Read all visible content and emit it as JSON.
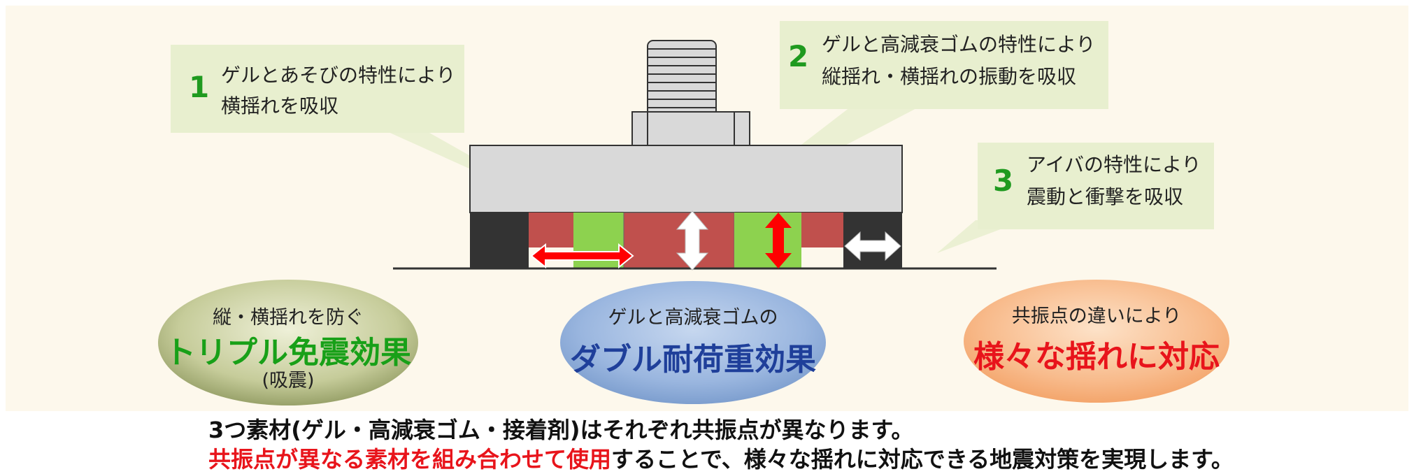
{
  "callouts": [
    {
      "number": "1",
      "lines": [
        "ゲルとあそびの特性により",
        "横揺れを吸収"
      ]
    },
    {
      "number": "2",
      "lines": [
        "ゲルと高減衰ゴムの特性により",
        "縦揺れ・横揺れの振動を吸収"
      ]
    },
    {
      "number": "3",
      "lines": [
        "アイバの特性により",
        "震動と衝撃を吸収"
      ]
    }
  ],
  "effects": [
    {
      "subtitle": "縦・横揺れを防ぐ",
      "title": "トリプル免震効果",
      "note": "(吸震)",
      "color": "#18a018"
    },
    {
      "subtitle": "ゲルと高減衰ゴムの",
      "title": "ダブル耐荷重効果",
      "note": "",
      "color": "#1f3f9a"
    },
    {
      "subtitle": "共振点の違いにより",
      "title": "様々な揺れに対応",
      "note": "",
      "color": "#e8141b"
    }
  ],
  "footer": {
    "line1": "3つ素材(ゲル・高減衰ゴム・接着剤)はそれぞれ共振点が異なります。",
    "line2_red": "共振点が異なる素材を組み合わせて使用",
    "line2_rest": "することで、様々な揺れに対応できる地震対策を実現します。"
  },
  "colors": {
    "gel": "#8dd24f",
    "rubber": "#c0504d",
    "arrow_red": "#ff0000",
    "text_green": "#1f9a1f"
  }
}
